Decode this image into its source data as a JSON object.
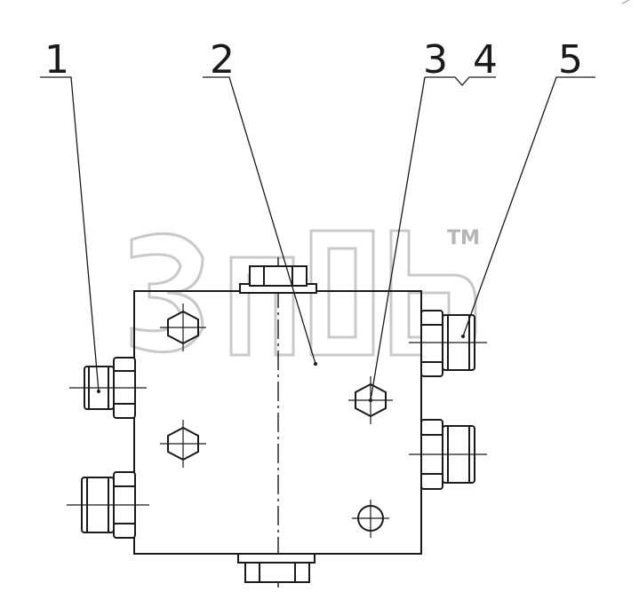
{
  "callouts": [
    {
      "id": "1",
      "label": "1"
    },
    {
      "id": "2",
      "label": "2"
    },
    {
      "id": "3",
      "label": "3"
    },
    {
      "id": "4",
      "label": "4"
    },
    {
      "id": "5",
      "label": "5"
    }
  ],
  "watermark": {
    "trademark": "TM"
  },
  "colors": {
    "line": "#1a1a1a",
    "watermark": "#c9c9c9",
    "background": "#ffffff"
  }
}
